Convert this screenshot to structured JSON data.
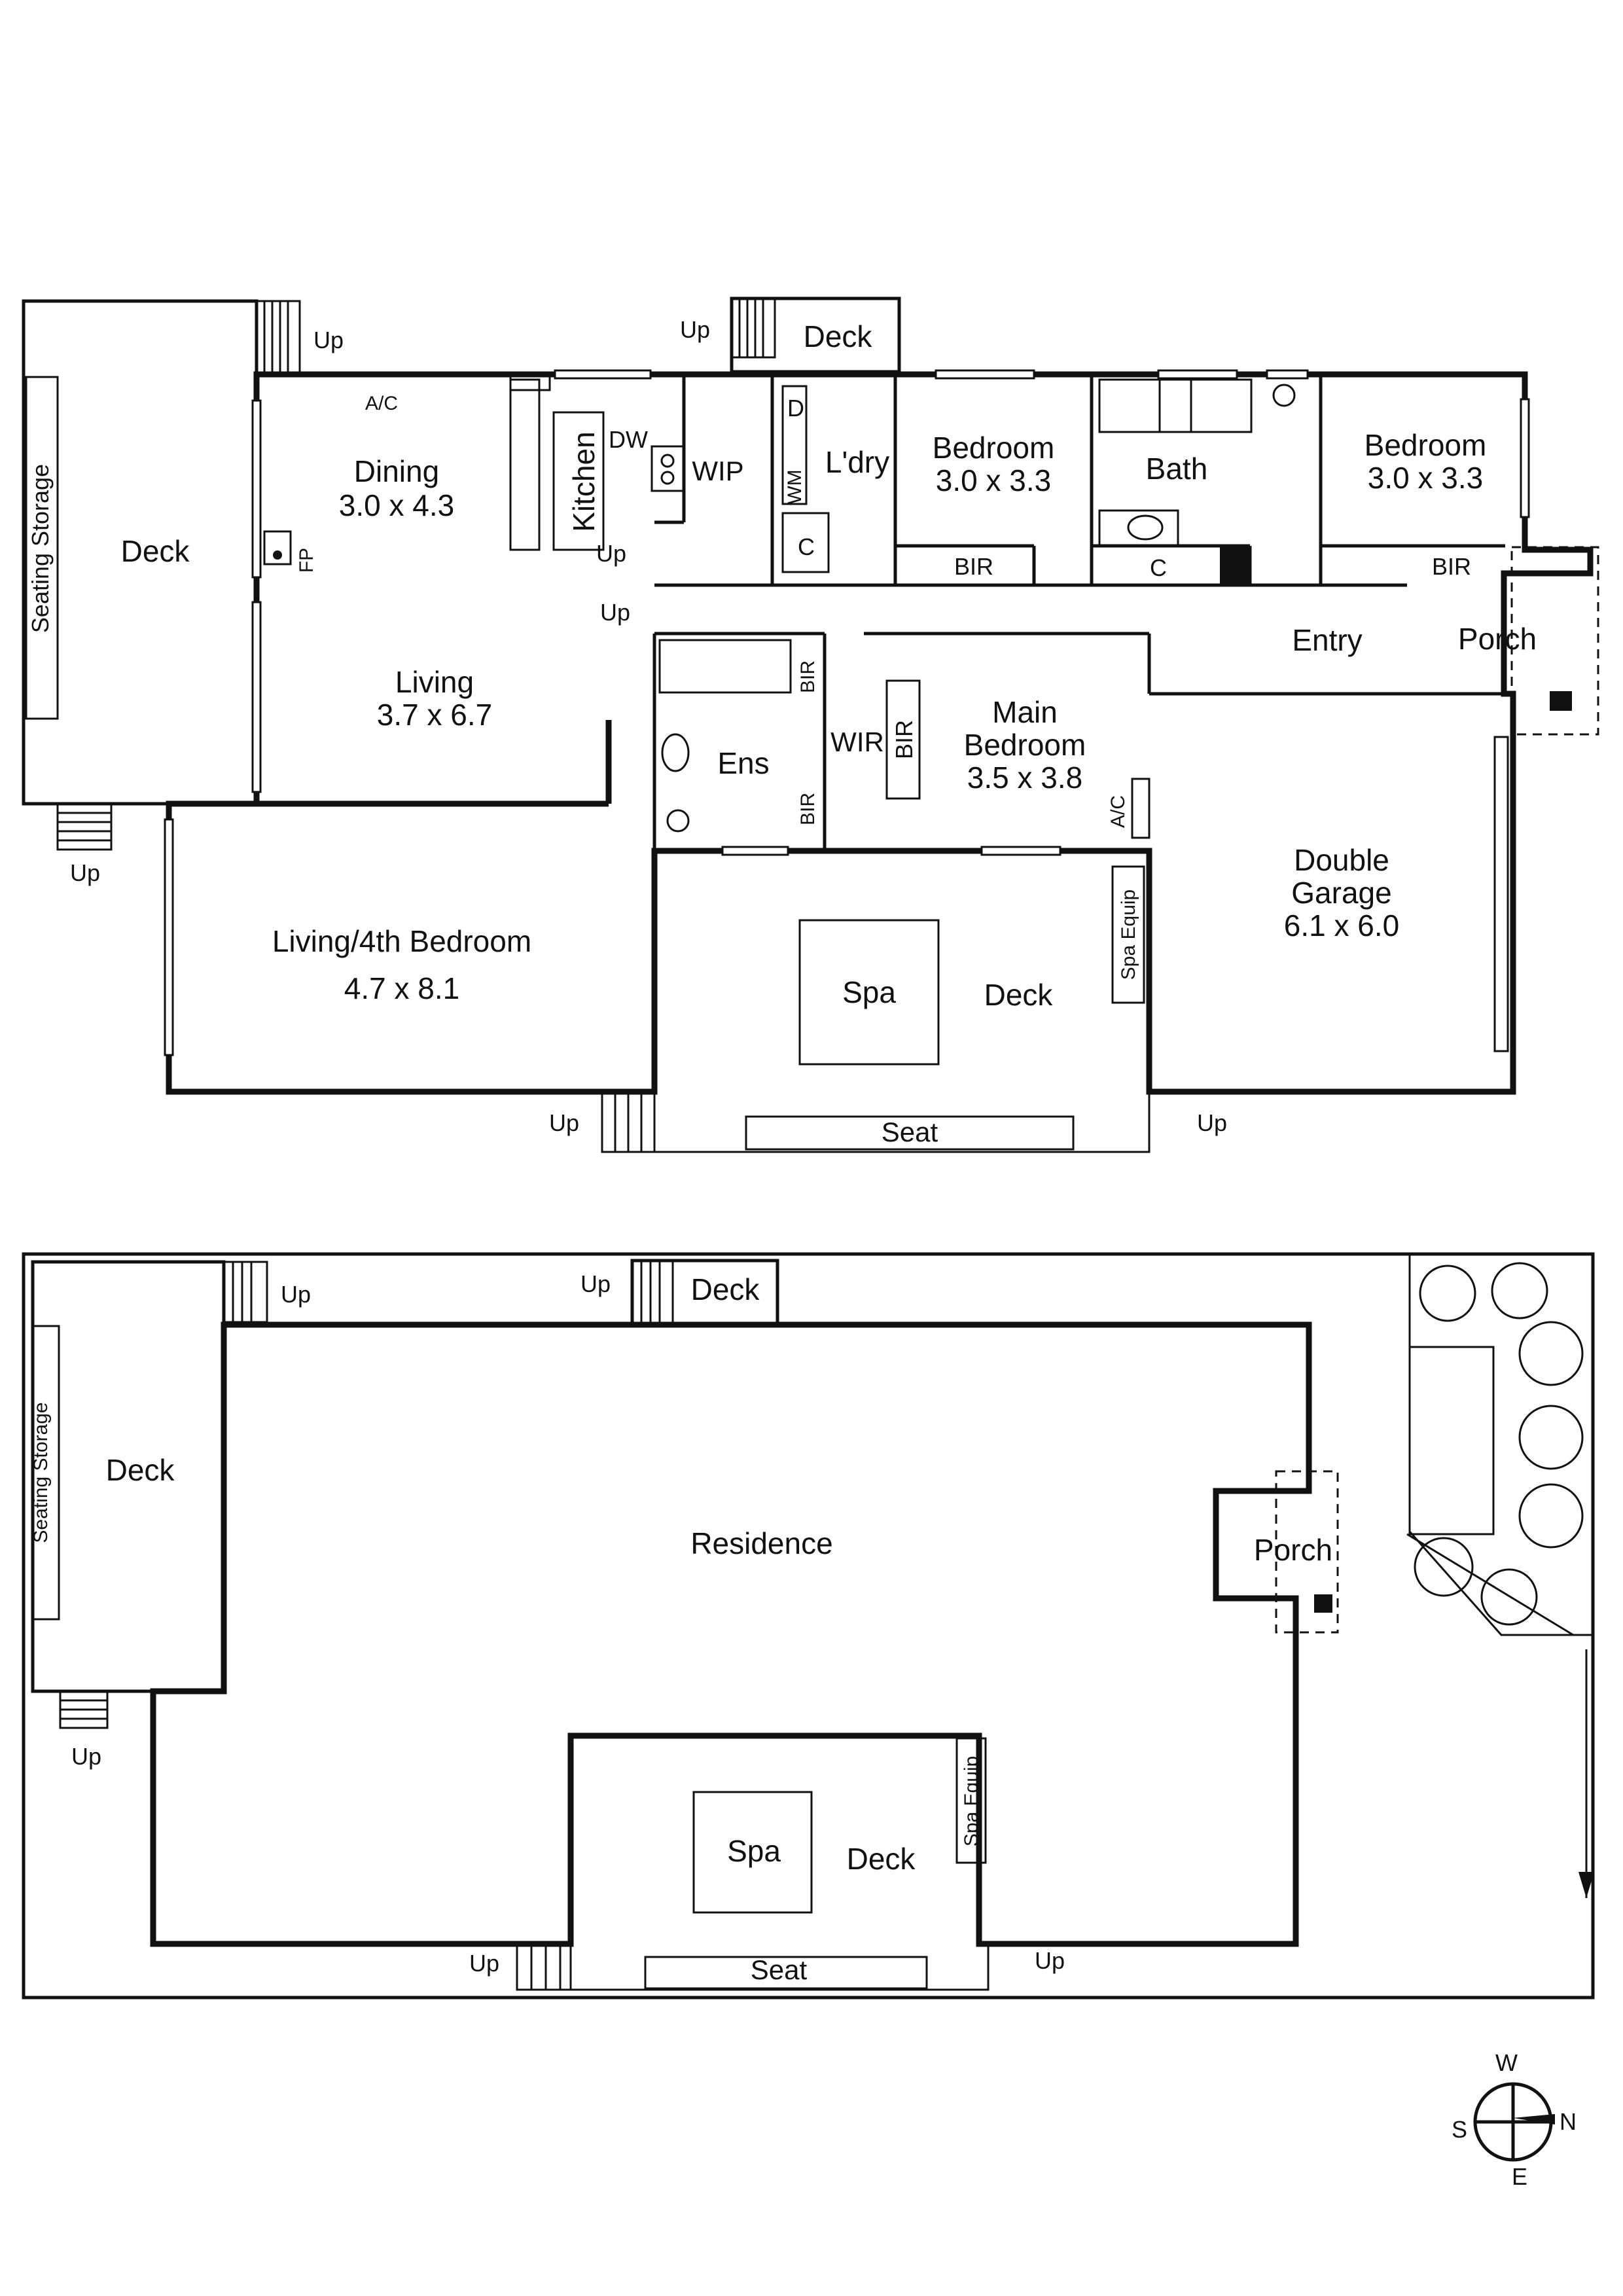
{
  "ground_floor": {
    "rooms": {
      "deck_west": "Deck",
      "seating_storage": "Seating Storage",
      "dining_name": "Dining",
      "dining_size": "3.0 x 4.3",
      "kitchen": "Kitchen",
      "ac_dining": "A/C",
      "dw": "DW",
      "wip": "WIP",
      "fp": "FP",
      "living_name": "Living",
      "living_size": "3.7 x 6.7",
      "living4_name": "Living/4th Bedroom",
      "living4_size": "4.7 x 8.1",
      "deck_north": "Deck",
      "d": "D",
      "wm": "WM",
      "laundry": "L'dry",
      "c_laundry": "C",
      "bedroom1_name": "Bedroom",
      "bedroom1_size": "3.0 x 3.3",
      "bir1": "BIR",
      "bath": "Bath",
      "c_bath": "C",
      "bedroom2_name": "Bedroom",
      "bedroom2_size": "3.0 x 3.3",
      "bir2": "BIR",
      "entry": "Entry",
      "porch": "Porch",
      "ens": "Ens",
      "bir_ens_top": "BIR",
      "bir_ens_bottom": "BIR",
      "wir": "WIR",
      "bir_main": "BIR",
      "main_bed_1": "Main",
      "main_bed_2": "Bedroom",
      "main_bed_size": "3.5 x 3.8",
      "ac_main": "A/C",
      "garage_1": "Double",
      "garage_2": "Garage",
      "garage_size": "6.1 x 6.0",
      "spa": "Spa",
      "deck_south": "Deck",
      "spa_equip": "Spa Equip",
      "seat": "Seat"
    },
    "up_labels": [
      "Up",
      "Up",
      "Up",
      "Up",
      "Up",
      "Up",
      "Up"
    ]
  },
  "site_plan": {
    "seating_storage": "Seating Storage",
    "deck_west": "Deck",
    "deck_north": "Deck",
    "residence": "Residence",
    "porch": "Porch",
    "spa": "Spa",
    "deck_south": "Deck",
    "spa_equip": "Spa Equip",
    "seat": "Seat",
    "up_labels": [
      "Up",
      "Up",
      "Up",
      "Up",
      "Up"
    ]
  },
  "compass": {
    "north": "N",
    "south": "S",
    "east": "E",
    "west": "W"
  }
}
